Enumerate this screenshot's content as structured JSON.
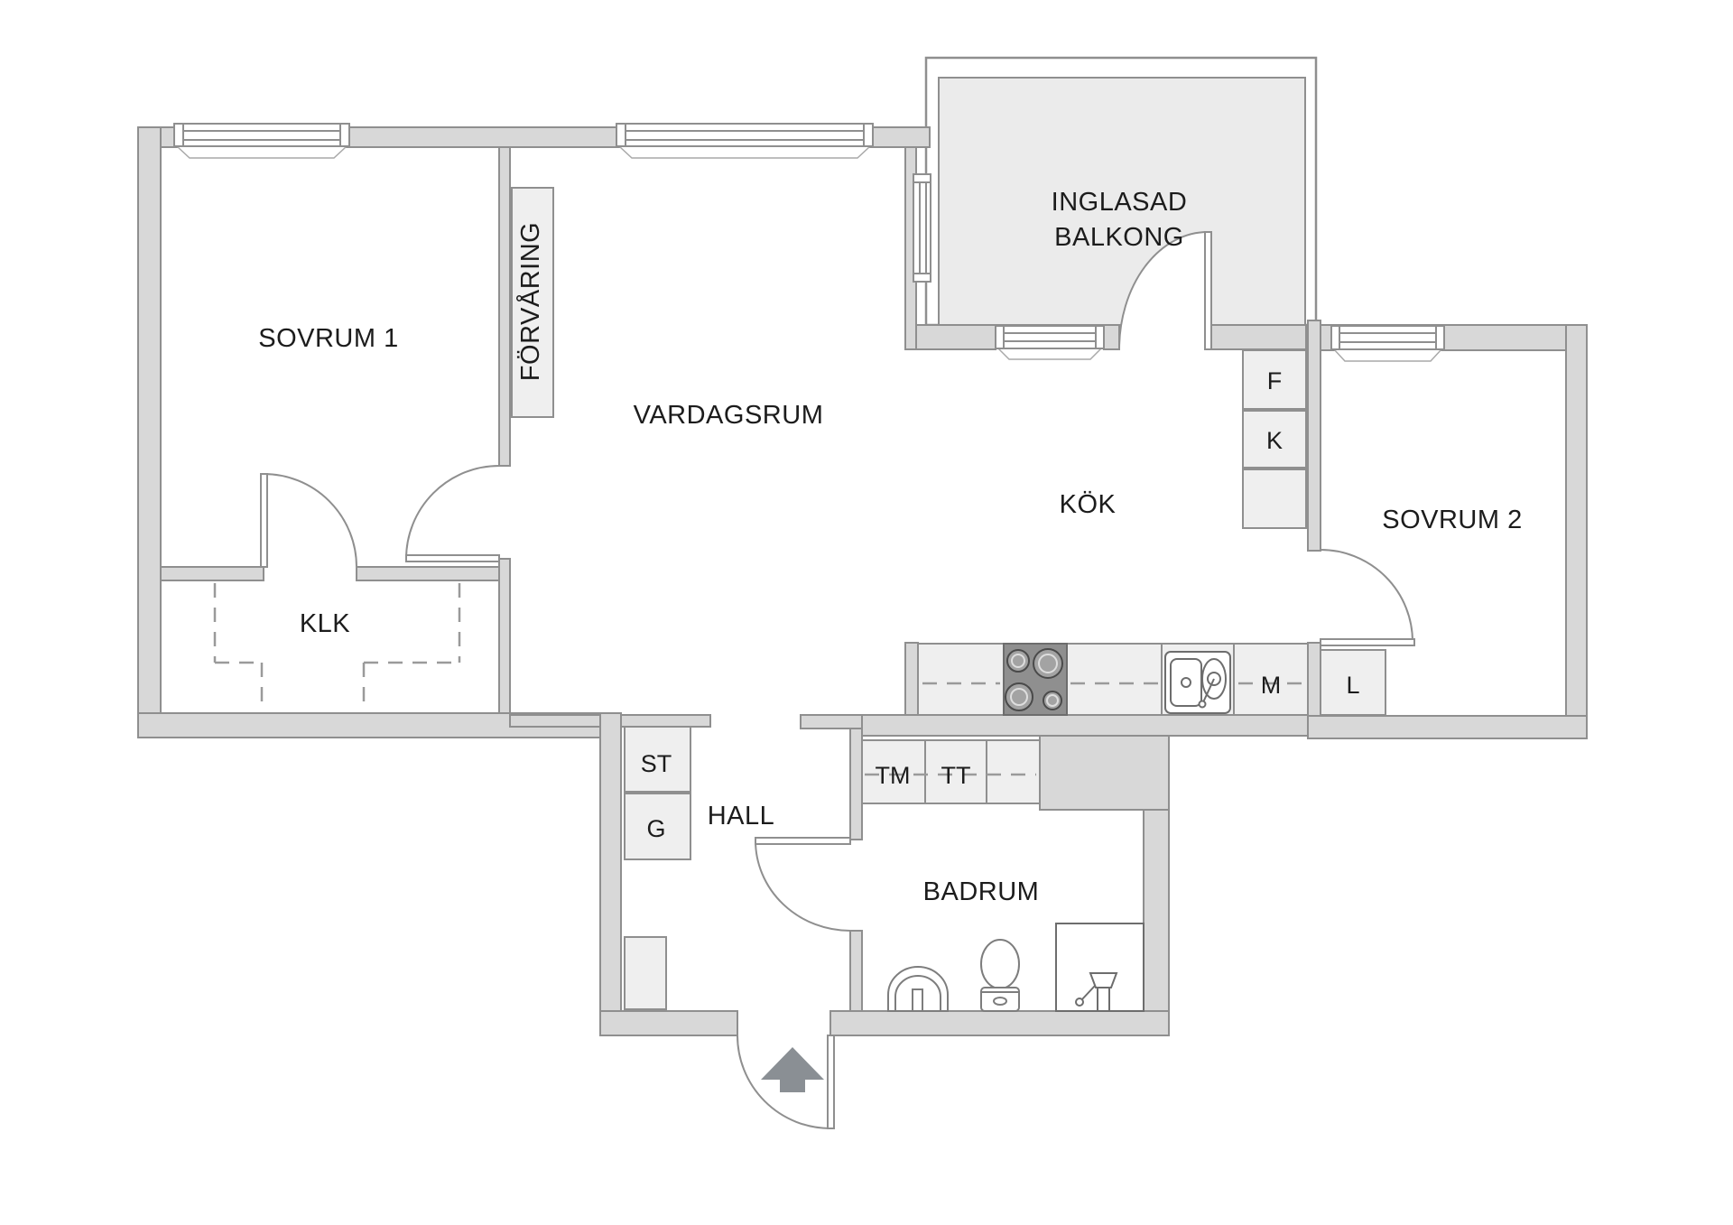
{
  "floorplan": {
    "title": "Apartment floor plan (2 rooms + kitchen)",
    "rooms": {
      "sovrum1": {
        "label": "SOVRUM 1"
      },
      "vardagsrum": {
        "label": "VARDAGSRUM"
      },
      "klk": {
        "label": "KLK"
      },
      "forvaring": {
        "label": "FÖRVÅRING"
      },
      "balkong": {
        "label_line1": "INGLASAD",
        "label_line2": "BALKONG"
      },
      "kok": {
        "label": "KÖK"
      },
      "sovrum2": {
        "label": "SOVRUM 2"
      },
      "hall": {
        "label": "HALL"
      },
      "badrum": {
        "label": "BADRUM"
      }
    },
    "fixtures": {
      "f": "F",
      "k": "K",
      "m": "M",
      "l": "L",
      "st": "ST",
      "g": "G",
      "tm": "TM",
      "tt": "TT"
    },
    "colors": {
      "background": "#ffffff",
      "wall_fill": "#d8d8d8",
      "wall_stroke": "#8f8f8f",
      "cabinet_fill": "#efefef",
      "balcony_fill": "#ebebeb",
      "stove_fill": "#8f8f8f",
      "burner_fill": "#a3a3a3",
      "arrow_fill": "#8a8f94",
      "text": "#1c1c1c"
    }
  }
}
